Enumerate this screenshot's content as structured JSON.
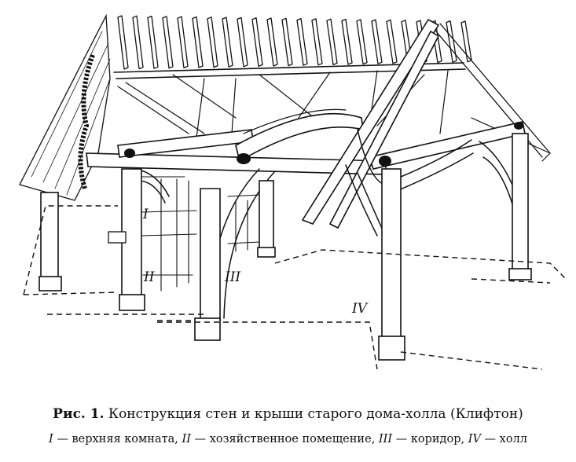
{
  "figure": {
    "caption_label": "Рис. 1.",
    "caption_text": "Конструкция стен и крыши старого дома-холла (Клифтон)",
    "room_labels": {
      "upper_room": "I",
      "service_room": "II",
      "corridor": "III",
      "hall": "IV"
    },
    "legend": [
      {
        "numeral": "I",
        "text": "верхняя комната"
      },
      {
        "numeral": "II",
        "text": "хозяйственное помещение"
      },
      {
        "numeral": "III",
        "text": "коридор"
      },
      {
        "numeral": "IV",
        "text": "холл"
      }
    ],
    "legend_separator": " — ",
    "legend_joiner": ", "
  }
}
